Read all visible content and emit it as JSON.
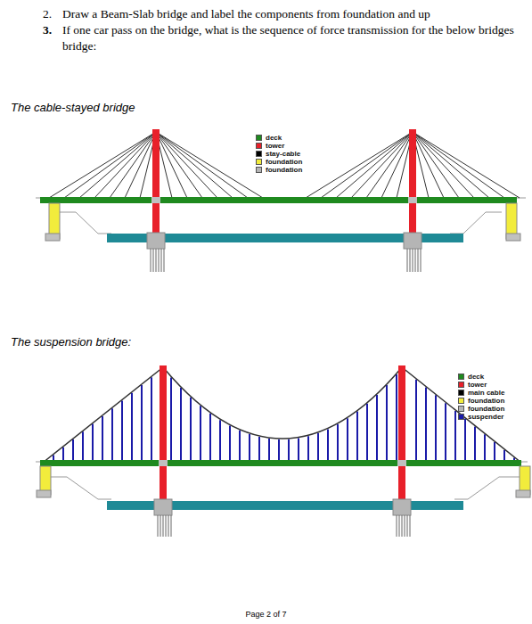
{
  "diagram": {
    "labels": [
      "2.",
      "Draw a Beam-Slab bridge and label the components from foundation and up",
      "3.",
      "If one car pass on the bridge, what is the sequence of force transmission for the below bridges bridge:",
      "The cable-stayed bridge",
      "The suspension bridge:",
      "Page 2 of 7"
    ],
    "legend": [
      {
        "text": "deck",
        "color": "#1f8a1f"
      },
      {
        "text": "tower",
        "color": "#e8202a"
      },
      {
        "text": "stay-cable",
        "color": "#000000"
      },
      {
        "text": "foundation",
        "color": "#f2ec3c"
      },
      {
        "text": "foundation",
        "color": "#b5b5b5"
      },
      {
        "text": "deck",
        "color": "#1f8a1f"
      },
      {
        "text": "tower",
        "color": "#e8202a"
      },
      {
        "text": "main cable",
        "color": "#000000"
      },
      {
        "text": "foundation",
        "color": "#f2ec3c"
      },
      {
        "text": "foundation",
        "color": "#b5b5b5"
      },
      {
        "text": "suspender",
        "color": "#1a1aa8"
      }
    ]
  }
}
